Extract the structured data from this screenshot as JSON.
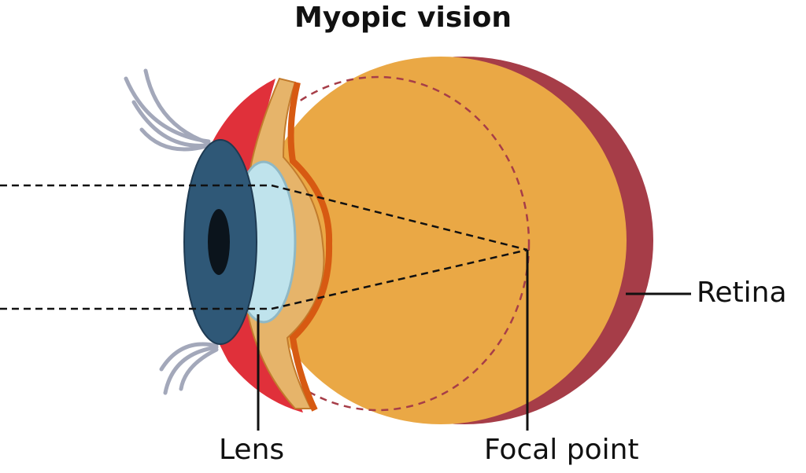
{
  "title": "Myopic vision",
  "labels": {
    "lens": "Lens",
    "focal_point": "Focal point",
    "retina": "Retina"
  },
  "colors": {
    "sclera": "#EAA845",
    "retina": "#A63D48",
    "iris": "#2F5877",
    "pupil": "#0B141C",
    "lens": "#BFE3EC",
    "eyelid": "#E0303A",
    "lashes": "#A3A8BA"
  }
}
